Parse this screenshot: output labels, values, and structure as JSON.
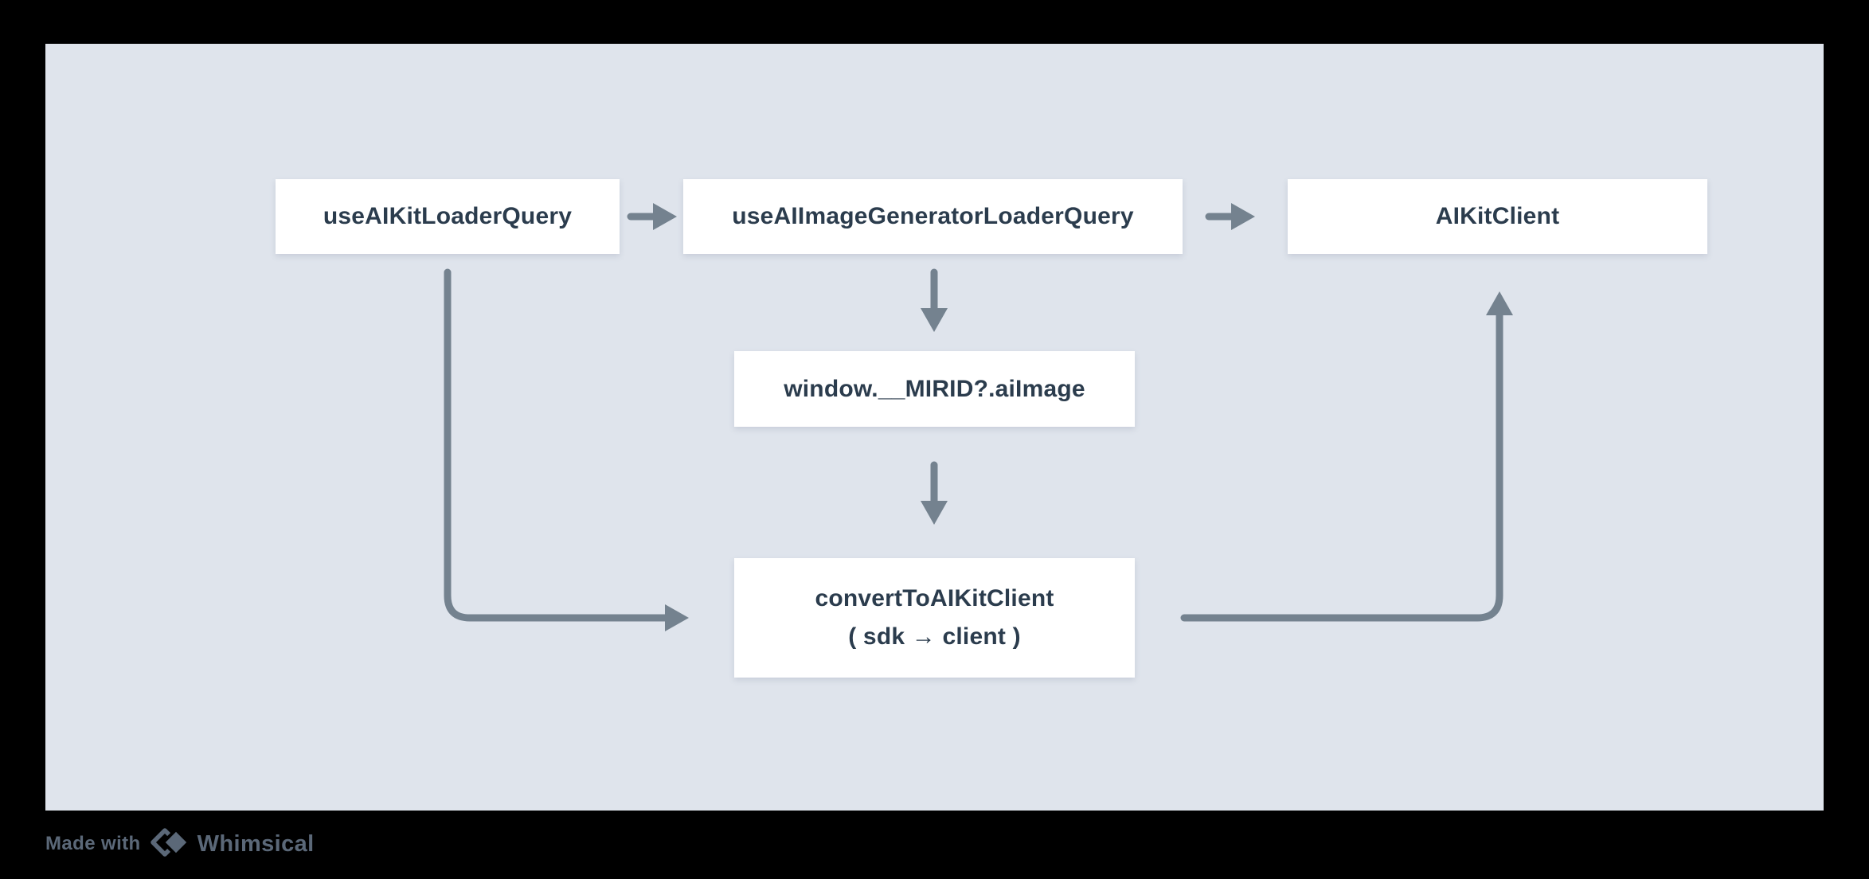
{
  "colors": {
    "frame_background": "#000000",
    "canvas_background": "#dfe4ec",
    "node_background": "#ffffff",
    "node_text": "#2b3c4d",
    "connector": "#74828f",
    "watermark": "#5b6878"
  },
  "diagram": {
    "nodes": [
      {
        "id": "useAIKitLoaderQuery",
        "label": "useAIKitLoaderQuery"
      },
      {
        "id": "useAIImageGeneratorLoaderQuery",
        "label": "useAIImageGeneratorLoaderQuery"
      },
      {
        "id": "AIKitClient",
        "label": "AIKitClient"
      },
      {
        "id": "windowMirid",
        "label": "window.__MIRID?.aiImage"
      },
      {
        "id": "convertToAIKitClient",
        "label": "convertToAIKitClient",
        "sublabel": "( sdk → client )"
      }
    ],
    "edges": [
      {
        "from": "useAIKitLoaderQuery",
        "to": "useAIImageGeneratorLoaderQuery",
        "shape": "straight-right"
      },
      {
        "from": "useAIImageGeneratorLoaderQuery",
        "to": "AIKitClient",
        "shape": "straight-right"
      },
      {
        "from": "useAIImageGeneratorLoaderQuery",
        "to": "windowMirid",
        "shape": "straight-down"
      },
      {
        "from": "windowMirid",
        "to": "convertToAIKitClient",
        "shape": "straight-down"
      },
      {
        "from": "useAIKitLoaderQuery",
        "to": "convertToAIKitClient",
        "shape": "elbow-down-right"
      },
      {
        "from": "convertToAIKitClient",
        "to": "AIKitClient",
        "shape": "elbow-right-up"
      }
    ]
  },
  "footer": {
    "made_with": "Made with",
    "brand": "Whimsical"
  }
}
